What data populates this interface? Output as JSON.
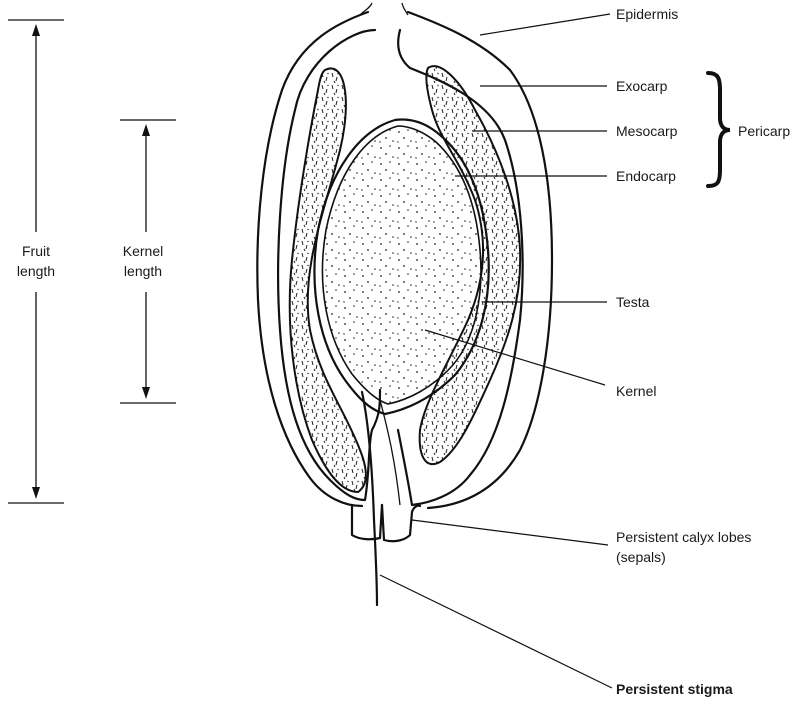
{
  "dimensions": {
    "fruit_length": [
      "Fruit",
      "length"
    ],
    "kernel_length": [
      "Kernel",
      "length"
    ]
  },
  "labels": {
    "epidermis": "Epidermis",
    "exocarp": "Exocarp",
    "mesocarp": "Mesocarp",
    "endocarp": "Endocarp",
    "pericarp": "Pericarp",
    "testa": "Testa",
    "kernel": "Kernel",
    "calyx_line1": "Persistent calyx lobes",
    "calyx_line2": "(sepals)",
    "stigma": "Persistent stigma"
  },
  "colors": {
    "ink": "#111111",
    "background": "#ffffff"
  }
}
